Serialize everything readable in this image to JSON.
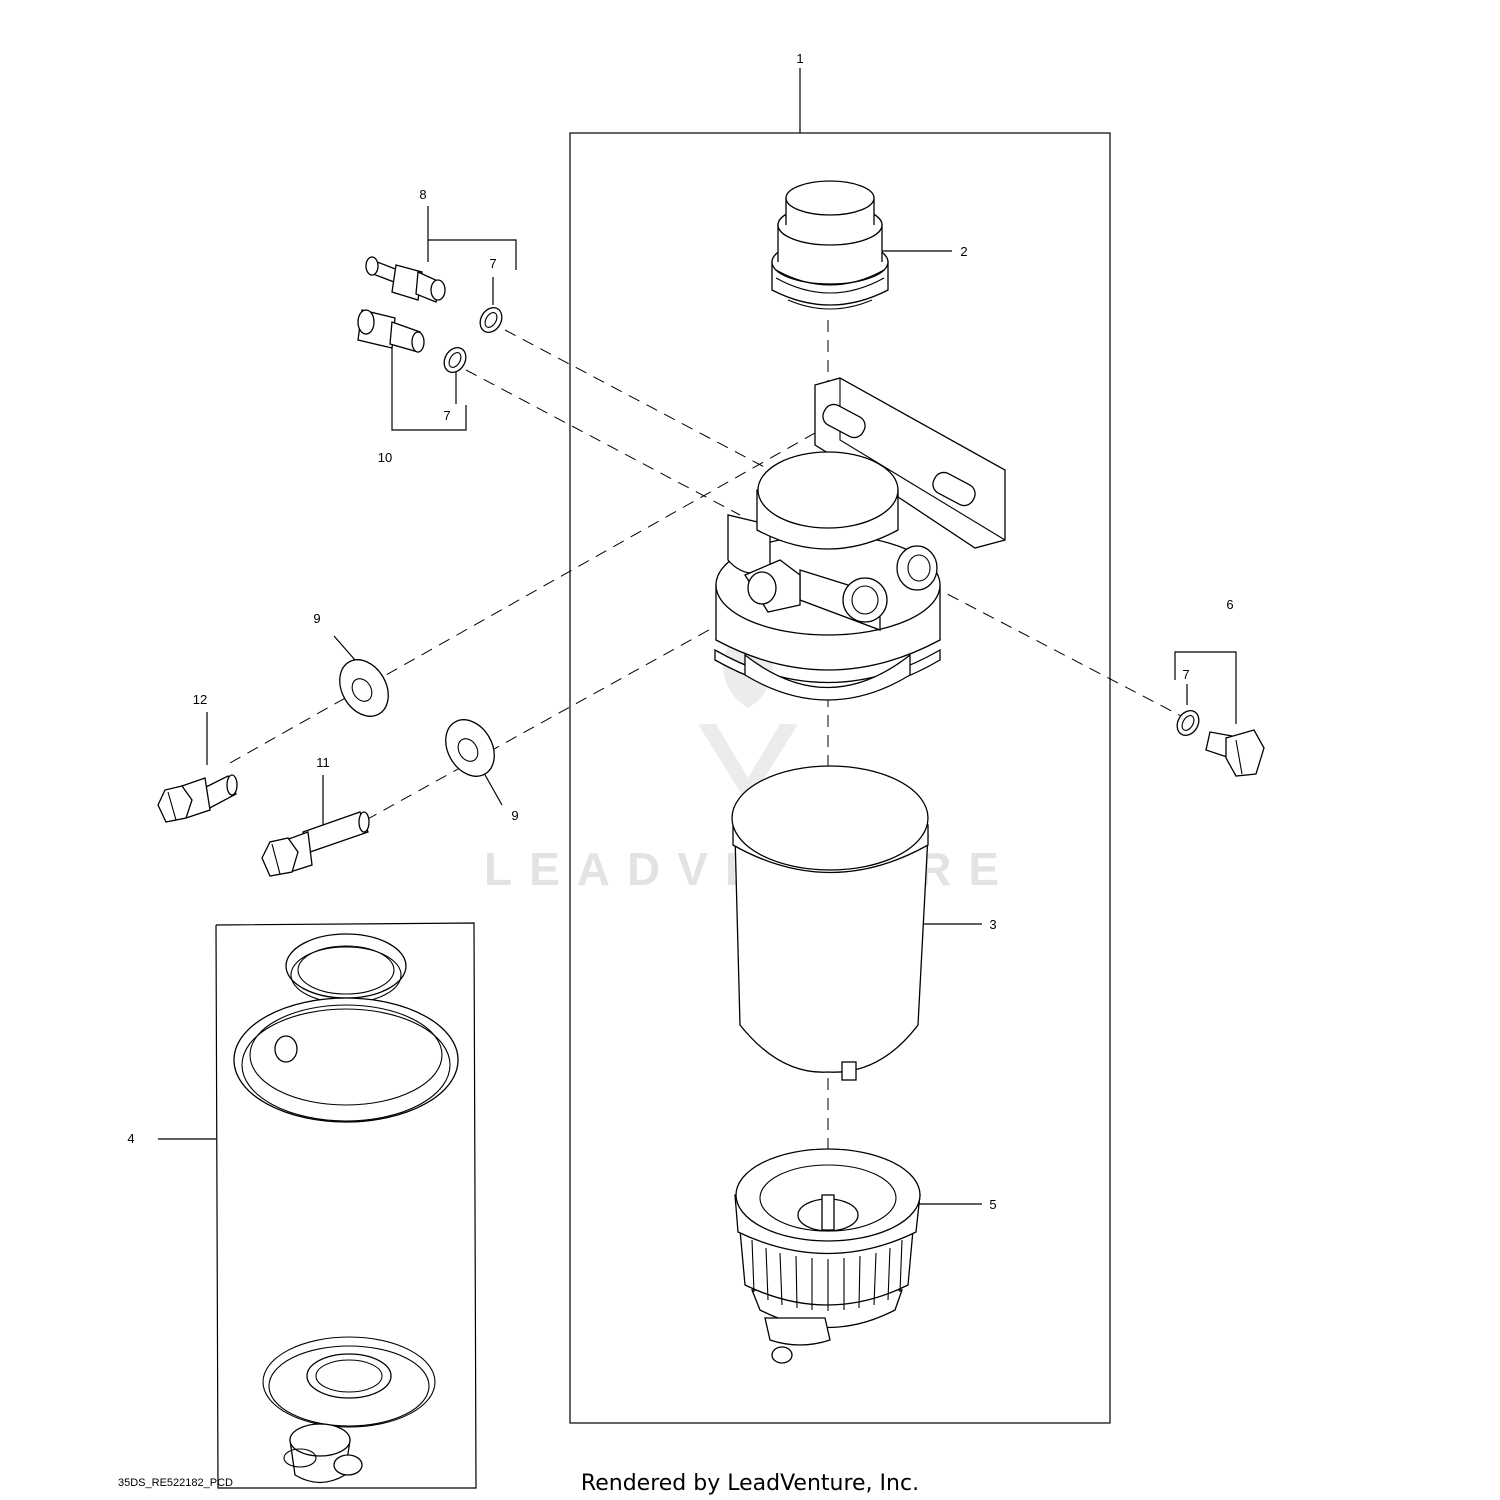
{
  "diagram": {
    "callouts": {
      "c1": "1",
      "c2": "2",
      "c3": "3",
      "c4": "4",
      "c5": "5",
      "c6": "6",
      "c7a": "7",
      "c7b": "7",
      "c7c": "7",
      "c8": "8",
      "c9a": "9",
      "c9b": "9",
      "c10": "10",
      "c11": "11",
      "c12": "12"
    },
    "watermark": "LEADVENTURE",
    "footer": {
      "drawing_code": "35DS_RE522182_PCD",
      "credit": "Rendered by LeadVenture, Inc."
    }
  }
}
